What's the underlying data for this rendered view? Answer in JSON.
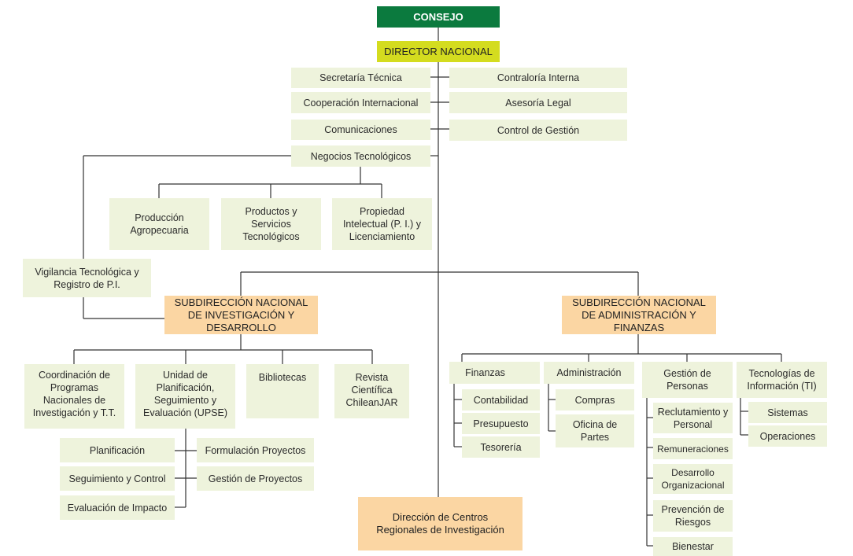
{
  "org": {
    "consejo": "CONSEJO",
    "director": "DIRECTOR NACIONAL",
    "staff": {
      "secretaria": "Secretaría Técnica",
      "contraloria": "Contraloría Interna",
      "cooperacion": "Cooperación Internacional",
      "asesoria": "Asesoría Legal",
      "comunicaciones": "Comunicaciones",
      "control_gestion": "Control de Gestión",
      "negocios": "Negocios Tecnológicos"
    },
    "negocios_units": {
      "produccion": "Producción Agropecuaria",
      "productos": "Productos y Servicios Tecnológicos",
      "propiedad": "Propiedad Intelectual (P. I.) y Licenciamiento",
      "vigilancia": "Vigilancia Tecnológica y Registro de P.I."
    },
    "sub_id": {
      "title": "SUBDIRECCIÓN NACIONAL DE INVESTIGACIÓN Y DESARROLLO",
      "coordinacion": "Coordinación de Programas Nacionales de Investigación y T.T.",
      "upse": "Unidad de Planificación, Seguimiento y Evaluación (UPSE)",
      "bibliotecas": "Bibliotecas",
      "revista": "Revista Científica ChileanJAR",
      "planificacion": "Planificación",
      "seguimiento": "Seguimiento y Control",
      "evaluacion": "Evaluación de Impacto",
      "formulacion": "Formulación Proyectos",
      "gestion_proyectos": "Gestión de Proyectos"
    },
    "sub_af": {
      "title": "SUBDIRECCIÓN NACIONAL DE ADMINISTRACIÓN Y FINANZAS",
      "finanzas": "Finanzas",
      "contabilidad": "Contabilidad",
      "presupuesto": "Presupuesto",
      "tesoreria": "Tesorería",
      "administracion": "Administración",
      "compras": "Compras",
      "oficina_partes": "Oficina de Partes",
      "gestion_personas": "Gestión de Personas",
      "reclutamiento": "Reclutamiento y Personal",
      "remuneraciones": "Remuneraciones",
      "desarrollo": "Desarrollo Organizacional",
      "prevencion": "Prevención de Riesgos",
      "bienestar": "Bienestar",
      "ti": "Tecnologías de Información (TI)",
      "sistemas": "Sistemas",
      "operaciones": "Operaciones"
    },
    "centros": "Dirección de Centros Regionales de Investigación"
  },
  "colors": {
    "consejo": "#0b7a3e",
    "director": "#d4dc1f",
    "subdireccion": "#fbd6a3",
    "unit": "#eef3dc"
  }
}
